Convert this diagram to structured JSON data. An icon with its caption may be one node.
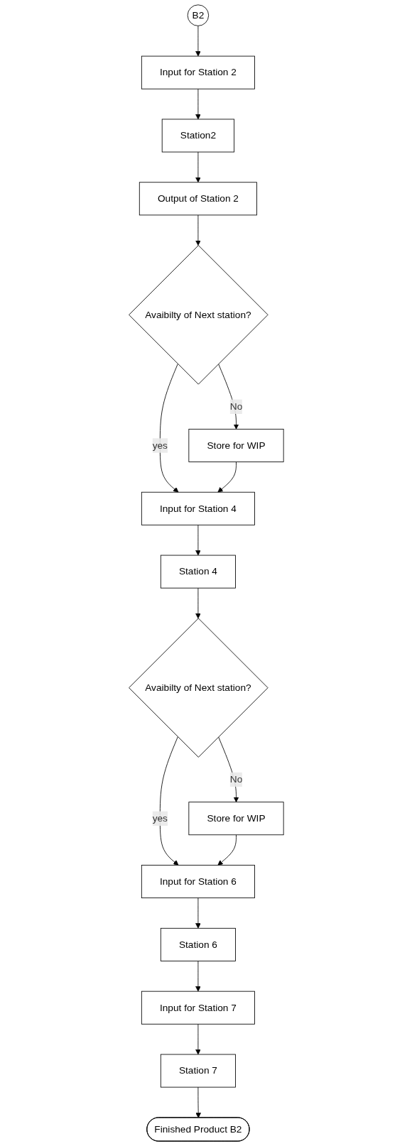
{
  "diagram": {
    "nodes": [
      {
        "text": [
          "B2"
        ]
      },
      {
        "text": [
          "Input for Station 2"
        ]
      },
      {
        "text": [
          "Station2"
        ]
      },
      {
        "text": [
          "Output of Station 2"
        ]
      },
      {
        "text": [
          "Avaibilty of Next station?"
        ]
      },
      {
        "text": [
          "Store for WIP"
        ]
      },
      {
        "text": [
          "Input for Station 4"
        ]
      },
      {
        "text": [
          "Station 4"
        ]
      },
      {
        "text": [
          "Avaibilty of Next station?"
        ]
      },
      {
        "text": [
          "Store for WIP"
        ]
      },
      {
        "text": [
          "Input for Station 6"
        ]
      },
      {
        "text": [
          "Station 6"
        ]
      },
      {
        "text": [
          "Input for Station 7"
        ]
      },
      {
        "text": [
          "Station 7"
        ]
      },
      {
        "text": [
          "Finished Product B2"
        ]
      }
    ],
    "edges": [
      {
        "from": 0,
        "to": 1,
        "arrow": "to"
      },
      {
        "from": 1,
        "to": 2,
        "arrow": "to"
      },
      {
        "from": 2,
        "to": 3,
        "arrow": "to"
      },
      {
        "from": 3,
        "to": 4,
        "arrow": "to"
      },
      {
        "from": 4,
        "to": 5,
        "label": "No",
        "arrow": "to"
      },
      {
        "from": 4,
        "to": 6,
        "label": "yes",
        "arrow": "to"
      },
      {
        "from": 5,
        "to": 6,
        "arrow": "to"
      },
      {
        "from": 6,
        "to": 7,
        "arrow": "to"
      },
      {
        "from": 7,
        "to": 8,
        "arrow": "to"
      },
      {
        "from": 8,
        "to": 9,
        "label": "No",
        "arrow": "to"
      },
      {
        "from": 8,
        "to": 10,
        "label": "yes",
        "arrow": "to"
      },
      {
        "from": 9,
        "to": 10,
        "arrow": "to"
      },
      {
        "from": 10,
        "to": 11,
        "arrow": "to"
      },
      {
        "from": 11,
        "to": 12,
        "arrow": "to"
      },
      {
        "from": 12,
        "to": 13,
        "arrow": "to"
      },
      {
        "from": 13,
        "to": 14,
        "arrow": "to"
      }
    ]
  }
}
